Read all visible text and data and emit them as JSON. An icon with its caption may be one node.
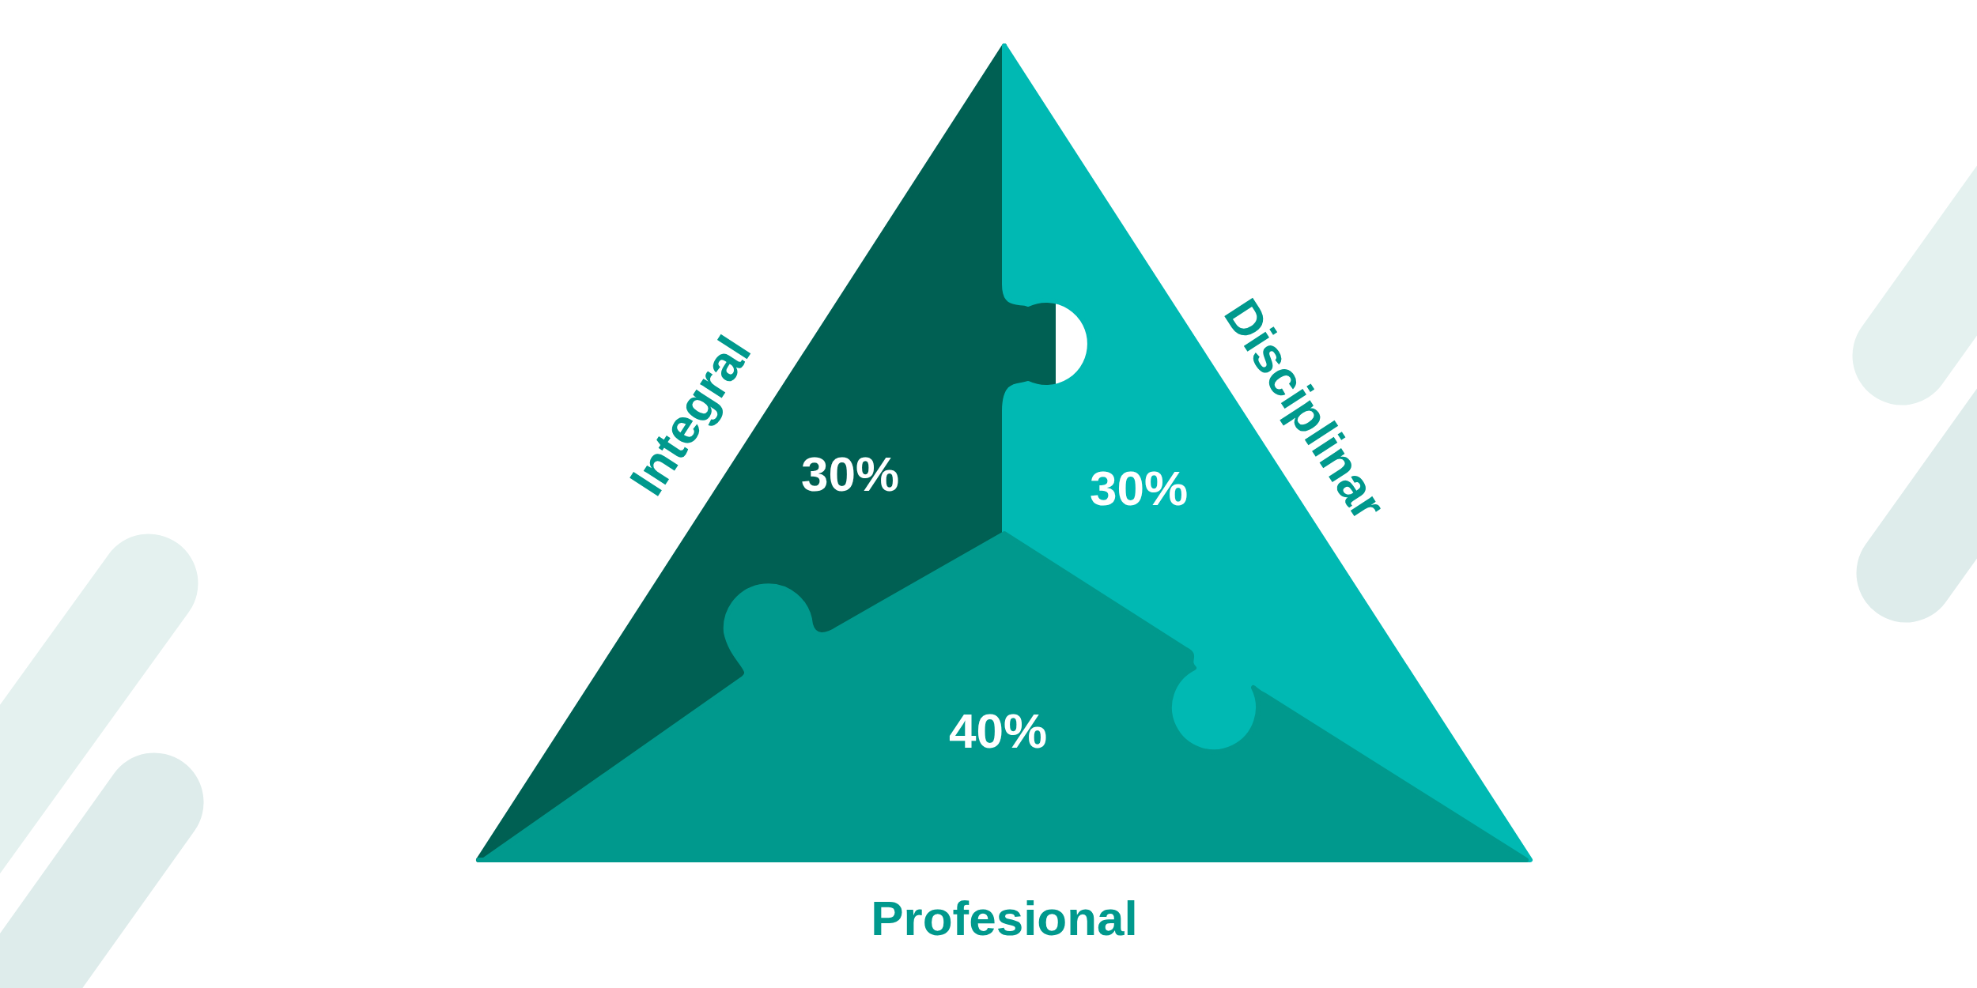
{
  "diagram": {
    "nodes": [
      {
        "text": [
          "30%"
        ],
        "beside": [
          "Integral"
        ]
      },
      {
        "text": [
          "30%"
        ],
        "beside": [
          "Disciplinar"
        ]
      },
      {
        "text": [
          "40%"
        ],
        "beside": [
          "Profesional"
        ]
      }
    ]
  }
}
